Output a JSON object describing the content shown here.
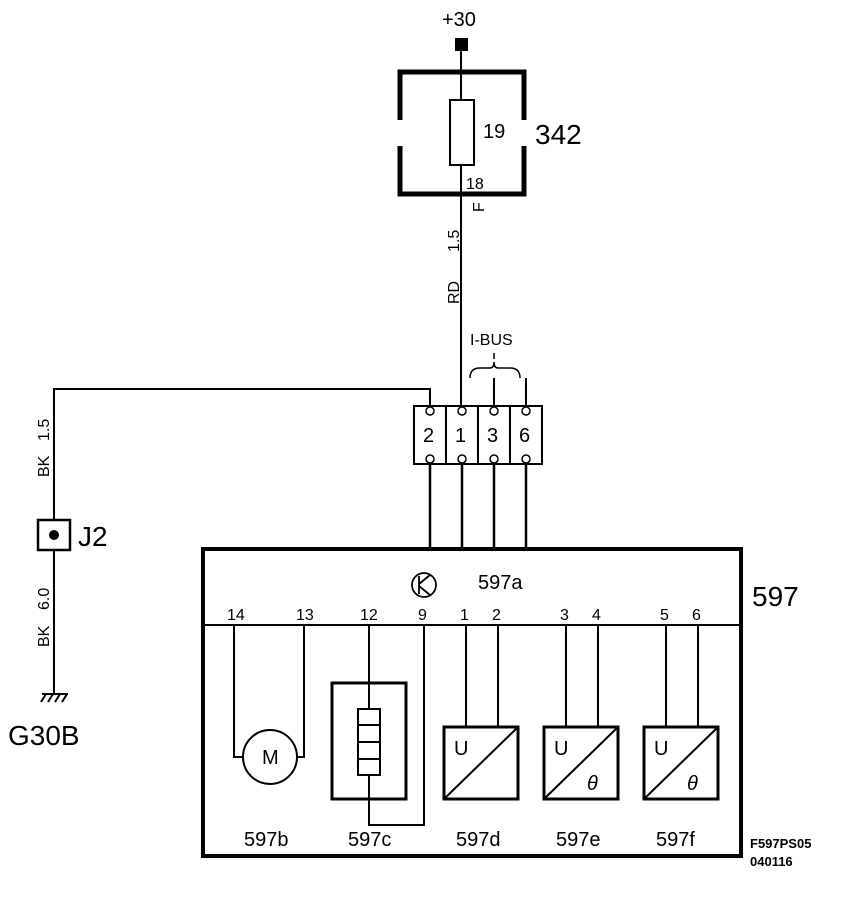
{
  "supply": {
    "label": "+30"
  },
  "fuse_box": {
    "id": "342",
    "fuse": "19",
    "pin_out": "18",
    "pin_letter": "F"
  },
  "wire_main": {
    "color": "RD",
    "size": "1.5"
  },
  "bus": {
    "label": "I-BUS"
  },
  "connector": {
    "pins": [
      "2",
      "1",
      "3",
      "6"
    ]
  },
  "ground_wire_upper": {
    "color": "BK",
    "size": "1.5"
  },
  "ground_wire_lower": {
    "color": "BK",
    "size": "6.0"
  },
  "junction": {
    "id": "J2"
  },
  "ground": {
    "id": "G30B"
  },
  "module": {
    "id": "597",
    "sub_a": "597a",
    "terminals": [
      "14",
      "13",
      "12",
      "9",
      "1",
      "2",
      "3",
      "4",
      "5",
      "6"
    ],
    "motor_symbol": "M",
    "sensor_u": "U",
    "sensor_theta": "θ",
    "sub_labels": [
      "597b",
      "597c",
      "597d",
      "597e",
      "597f"
    ]
  },
  "drawing_code": {
    "line1": "F597PS05",
    "line2": "040116"
  }
}
